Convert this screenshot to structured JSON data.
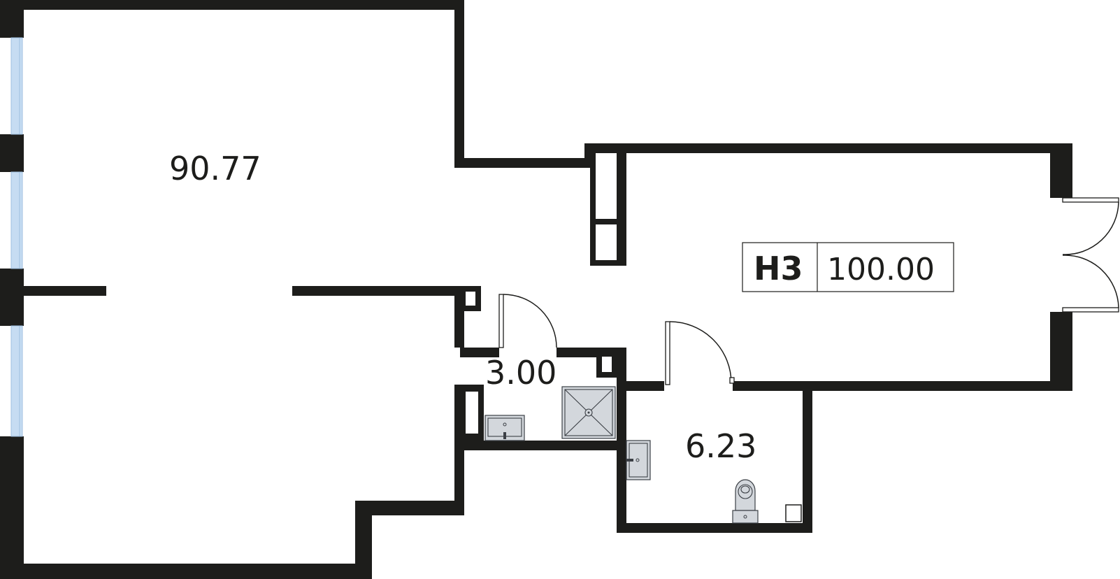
{
  "rooms": [
    {
      "id": "main-room",
      "area": "90.77"
    },
    {
      "id": "bathroom-shower",
      "area": "3.00"
    },
    {
      "id": "bathroom-toilet",
      "area": "6.23"
    }
  ],
  "apartment": {
    "code": "Н3",
    "total_area": "100.00"
  },
  "colors": {
    "wall": "#1d1d1b",
    "window": "#c6dcf2",
    "fixture": "#d3d7dc"
  }
}
